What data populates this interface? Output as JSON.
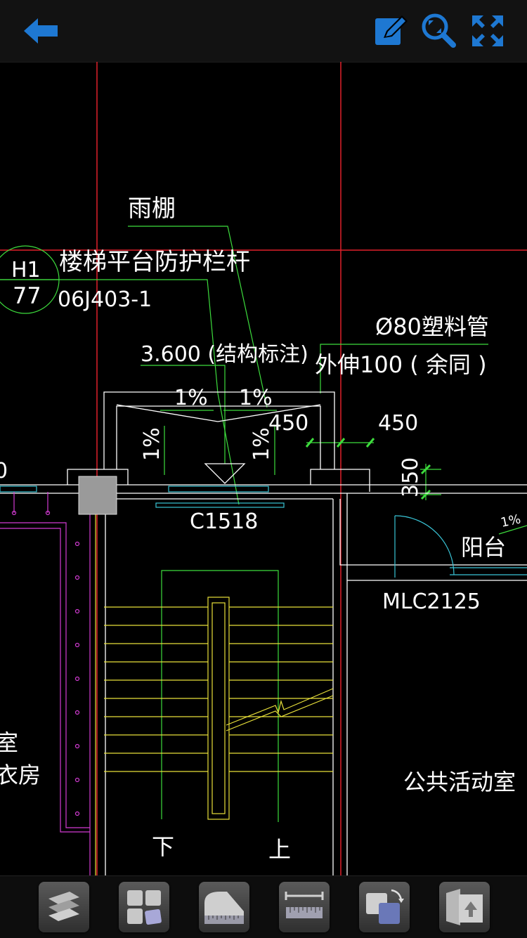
{
  "toolbar": {
    "back": "back-arrow-icon",
    "edit": "edit-icon",
    "zoom": "zoom-search-icon",
    "fullscreen": "fullscreen-icon",
    "accent": "#1e78d2"
  },
  "drawing": {
    "labels": {
      "canopy": "雨棚",
      "railing": "楼梯平台防护栏杆",
      "h1": "H1",
      "h77": "77",
      "std": "06J403-1",
      "elev": "3.600 (结构标注)",
      "pipe": "Ø80塑料管",
      "pipe_ext": "外伸100 ( 余同 )",
      "slope_a": "1%",
      "slope_b": "1%",
      "slope_c": "1%",
      "slope_d": "1%",
      "slope_e": "1%",
      "dim_450a": "450",
      "dim_450b": "450",
      "dim_350": "350",
      "window": "C1518",
      "balcony": "阳台",
      "door": "MLC2125",
      "room_a": "室",
      "room_b": "衣房",
      "public": "公共活动室",
      "down": "下",
      "up": "上",
      "edge_num": "0"
    }
  },
  "bottom_tools": [
    {
      "name": "layers-icon"
    },
    {
      "name": "layout-grid-icon"
    },
    {
      "name": "angle-measure-icon"
    },
    {
      "name": "distance-measure-icon"
    },
    {
      "name": "rotate-view-icon"
    },
    {
      "name": "export-folder-icon"
    }
  ]
}
